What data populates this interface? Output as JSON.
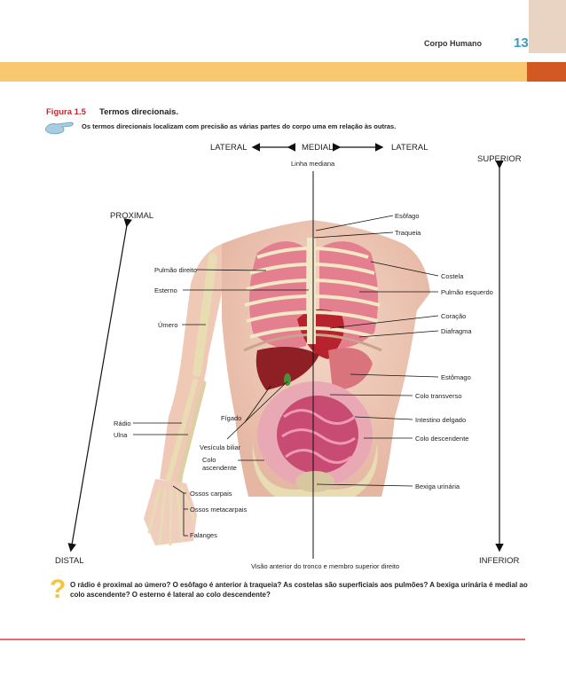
{
  "header": {
    "chapter_title": "Corpo Humano",
    "page_number": "13"
  },
  "figure": {
    "label": "Figura 1.5",
    "title": "Termos direcionais.",
    "description": "Os termos direcionais localizam com precisão as várias partes do corpo uma em relação às outras."
  },
  "directions": {
    "lateral_left": "LATERAL",
    "medial": "MEDIAL",
    "lateral_right": "LATERAL",
    "midline": "Linha mediana",
    "superior": "SUPERIOR",
    "inferior": "INFERIOR",
    "proximal": "PROXIMAL",
    "distal": "DISTAL"
  },
  "labels": {
    "esofago": "Esôfago",
    "traqueia": "Traqueia",
    "pulmao_direito": "Pulmão direito",
    "costela": "Costela",
    "esterno": "Esterno",
    "pulmao_esquerdo": "Pulmão esquerdo",
    "umero": "Úmero",
    "coracao": "Coração",
    "diafragma": "Diafragma",
    "estomago": "Estômago",
    "colo_transverso": "Colo transverso",
    "figado": "Fígado",
    "radio": "Rádio",
    "intestino_delgado": "Intestino delgado",
    "ulna": "Ulna",
    "vesicula_biliar": "Vesícula biliar",
    "colo_descendente": "Colo descendente",
    "colo_ascendente_1": "Colo",
    "colo_ascendente_2": "ascendente",
    "bexiga_urinaria": "Bexiga urinária",
    "ossos_carpais": "Ossos carpais",
    "ossos_metacarpais": "Ossos metacarpais",
    "falanges": "Falanges"
  },
  "caption": "Visão anterior do tronco e membro superior direito",
  "question": "O rádio é proximal ao úmero? O esôfago é anterior à traqueia? As costelas são superficiais aos pulmões? A bexiga urinária é medial ao colo ascendente? O esterno é lateral ao colo descendente?",
  "question_icon": "?",
  "colors": {
    "accent_red": "#c7252b",
    "accent_blue": "#3a9bbd",
    "bar_yellow": "#f7c86f",
    "bar_orange": "#d25a22"
  }
}
